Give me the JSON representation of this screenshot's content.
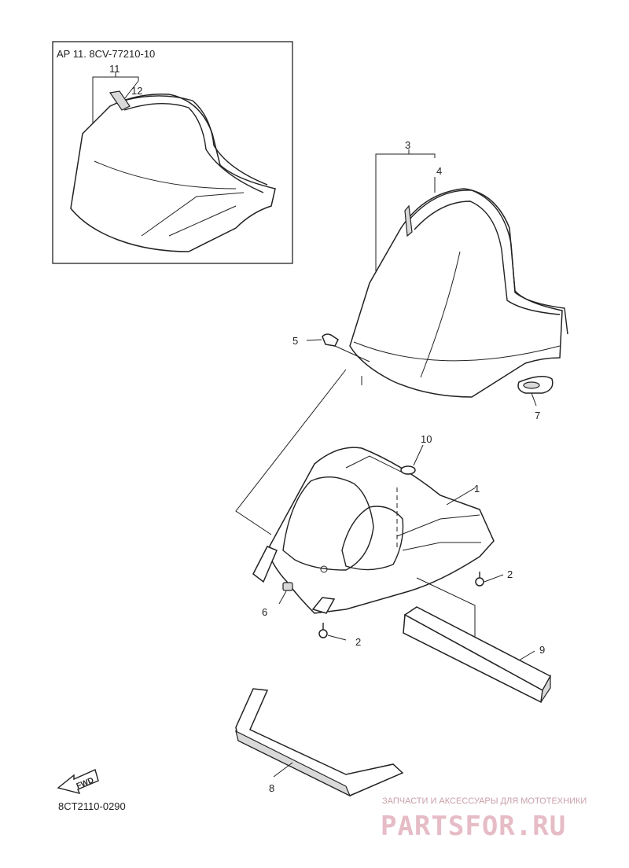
{
  "inset": {
    "text": "AP  11. 8CV-77210-10"
  },
  "callouts": [
    {
      "id": "c11",
      "text": "11"
    },
    {
      "id": "c12",
      "text": "12"
    },
    {
      "id": "c3",
      "text": "3"
    },
    {
      "id": "c4",
      "text": "4"
    },
    {
      "id": "c5",
      "text": "5"
    },
    {
      "id": "c7",
      "text": "7"
    },
    {
      "id": "c10",
      "text": "10"
    },
    {
      "id": "c1",
      "text": "1"
    },
    {
      "id": "c2a",
      "text": "2"
    },
    {
      "id": "c6",
      "text": "6"
    },
    {
      "id": "c2b",
      "text": "2"
    },
    {
      "id": "c9",
      "text": "9"
    },
    {
      "id": "c8",
      "text": "8"
    }
  ],
  "fwd_arrow": {
    "text": "FWD"
  },
  "drawing_code": "8CT2110-0290",
  "watermark": {
    "tagline": "ЗАПЧАСТИ И АКСЕССУАРЫ ДЛЯ МОТОТЕХНИКИ",
    "logo": "PARTSFOR.RU"
  }
}
